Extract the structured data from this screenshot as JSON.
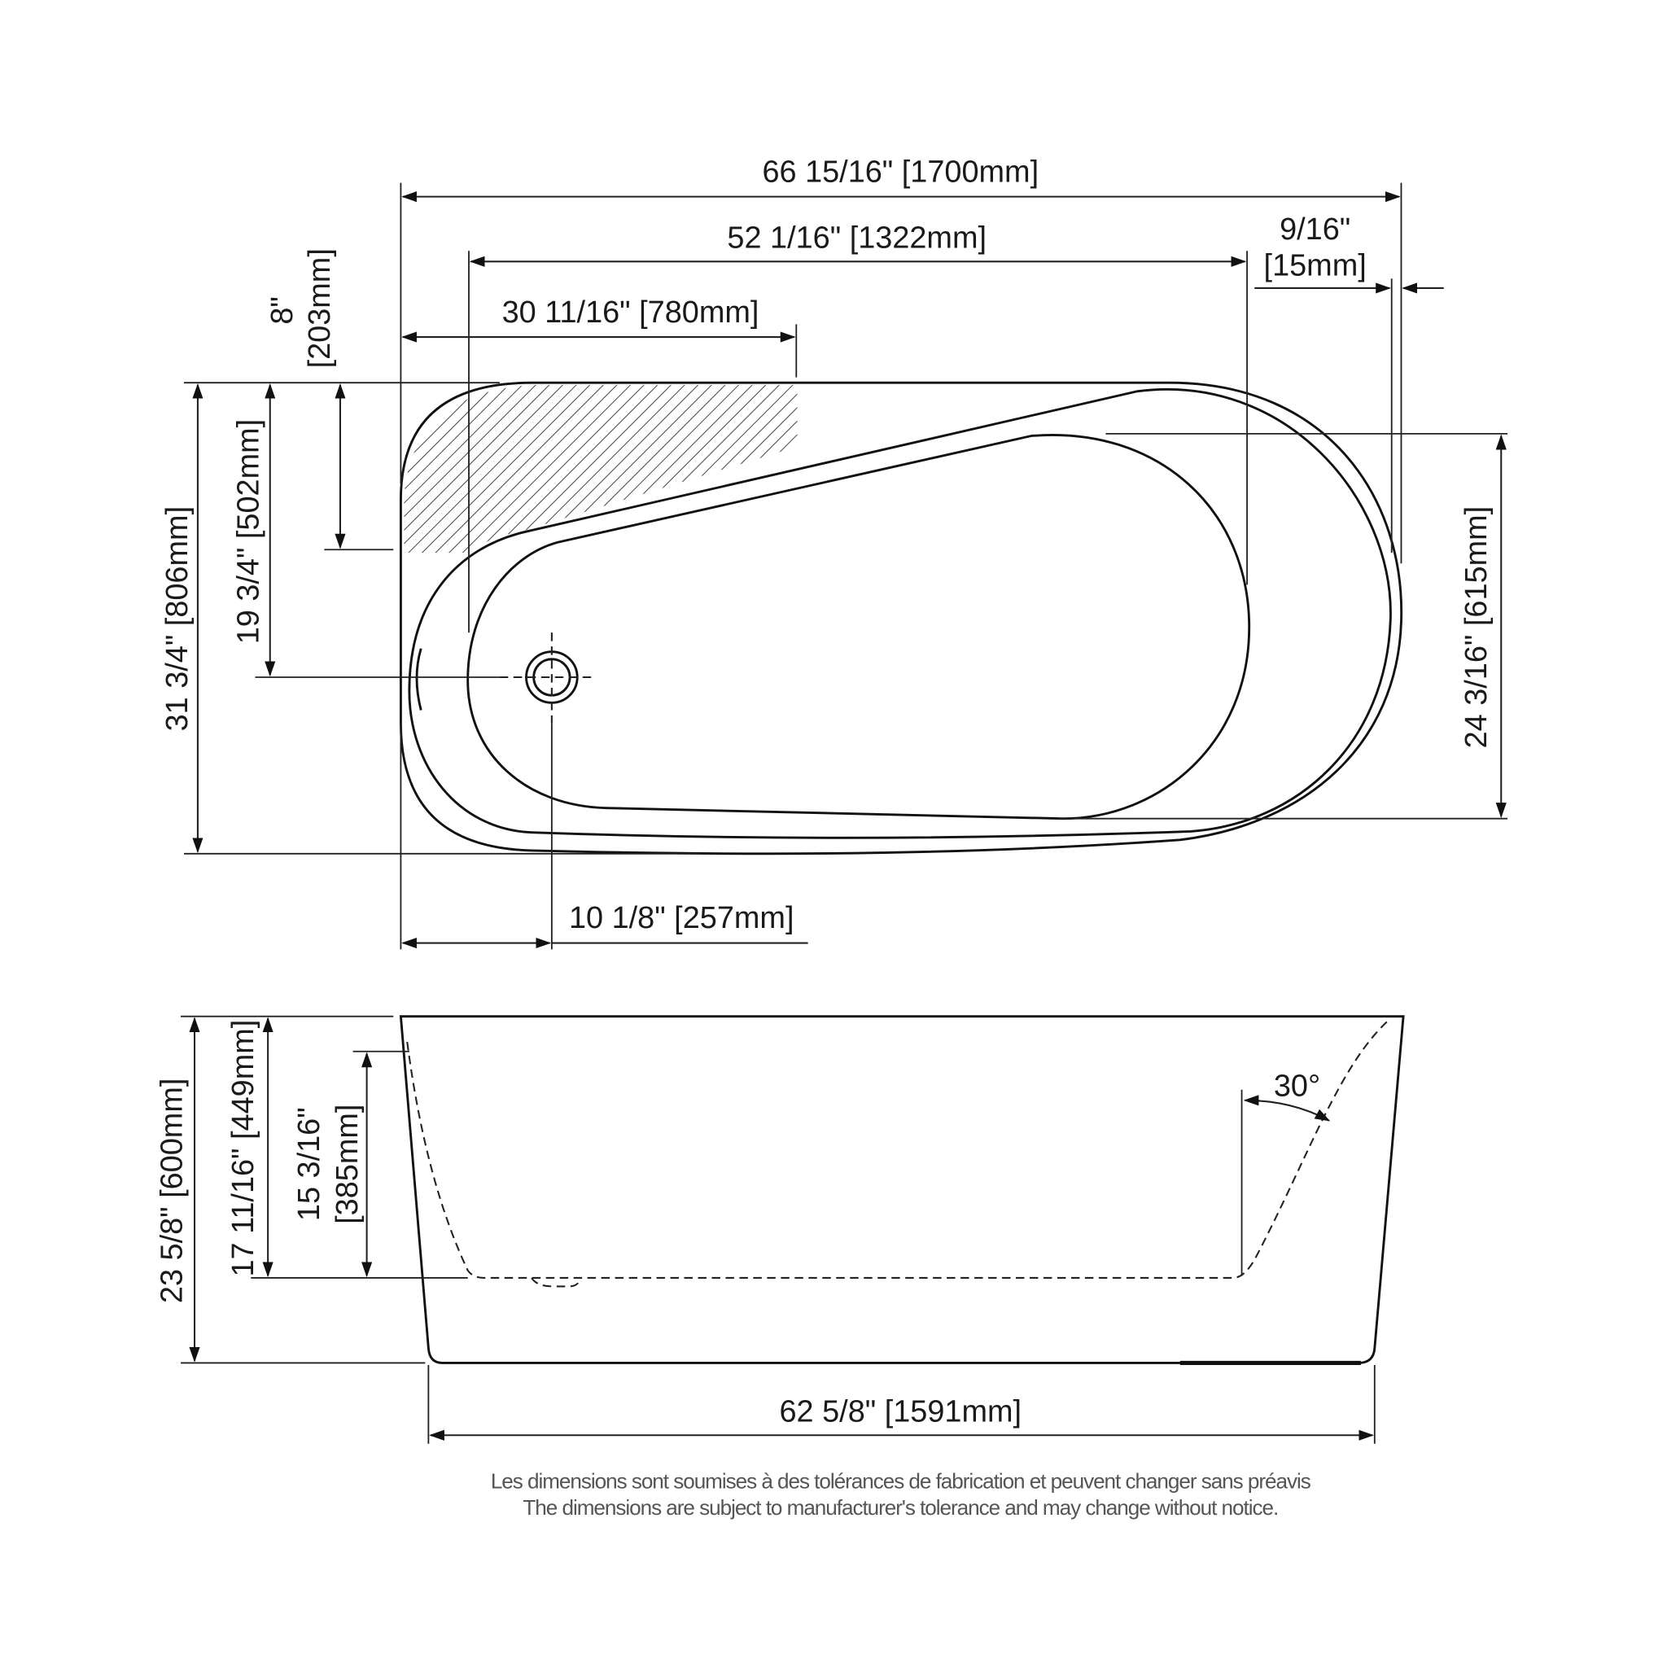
{
  "top_view": {
    "overall_length": "66 15/16\" [1700mm]",
    "inner_length": "52 1/16\" [1322mm]",
    "backrest_length": "30 11/16\" [780mm]",
    "rim_offset_in": "9/16\"",
    "rim_offset_mm": "[15mm]",
    "backrest_depth_in": "8\"",
    "backrest_depth_mm": "[203mm]",
    "drain_from_top": "19 3/4\" [502mm]",
    "overall_width": "31 3/4\" [806mm]",
    "inner_width": "24 3/16\" [615mm]",
    "drain_from_left": "10 1/8\" [257mm]"
  },
  "side_view": {
    "overall_height": "23 5/8\" [600mm]",
    "inner_depth": "17 11/16\" [449mm]",
    "overflow_height_in": "15 3/16\"",
    "overflow_height_mm": "[385mm]",
    "backrest_angle": "30°",
    "base_length": "62 5/8\" [1591mm]"
  },
  "notes": {
    "french": "Les dimensions sont soumises à des tolérances de fabrication et peuvent changer sans préavis",
    "english": "The dimensions are subject to manufacturer's tolerance and may change without notice."
  }
}
